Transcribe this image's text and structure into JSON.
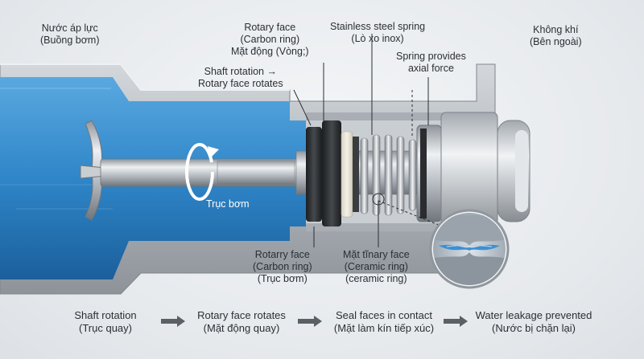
{
  "labels": {
    "pressure_water": {
      "en": "Nước áp lực",
      "vi": "(Buồng bơm)"
    },
    "outside_air": {
      "en": "Không khí",
      "vi": "(Bên ngoài)"
    },
    "rotary_face_top": {
      "en": "Rotary face",
      "sub": "(Carbon ring)",
      "vi": "Mặt động (Vòng;)"
    },
    "shaft_rotation_note": {
      "line1": "Shaft rotation →",
      "line2": "Rotary face rotates"
    },
    "spring": {
      "en": "Stainless steel spring",
      "vi": "(Lò xo inox)"
    },
    "spring_force": {
      "line1": "Spring provides",
      "line2": "axial force"
    },
    "shaft_label": "Trục bơm",
    "rotary_face_bottom": {
      "en": "Rotarry face",
      "sub": "(Carbon ring)",
      "vi": "(Trục bơm)"
    },
    "stationary_face": {
      "en": "Mặt tĩnary face",
      "sub": "(Ceramic ring)",
      "vi": "(ceramic ring)"
    }
  },
  "flow": [
    {
      "en": "Shaft rotation",
      "vi": "(Trục quay)"
    },
    {
      "en": "Rotary face rotates",
      "vi": "(Mặt động quay)"
    },
    {
      "en": "Seal faces in contact",
      "vi": "(Mặt làm kín tiếp xúc)"
    },
    {
      "en": "Water leakage prevented",
      "vi": "(Nước bị chặn lại)"
    }
  ],
  "colors": {
    "water": "#2f86c8",
    "metal": "#b9bfc5",
    "carbon": "#2a2c2f",
    "ceramic": "#e8e4d8"
  },
  "icons": [
    "rotation-arrow-icon",
    "flow-arrow-icon",
    "magnifier-detail-icon"
  ]
}
